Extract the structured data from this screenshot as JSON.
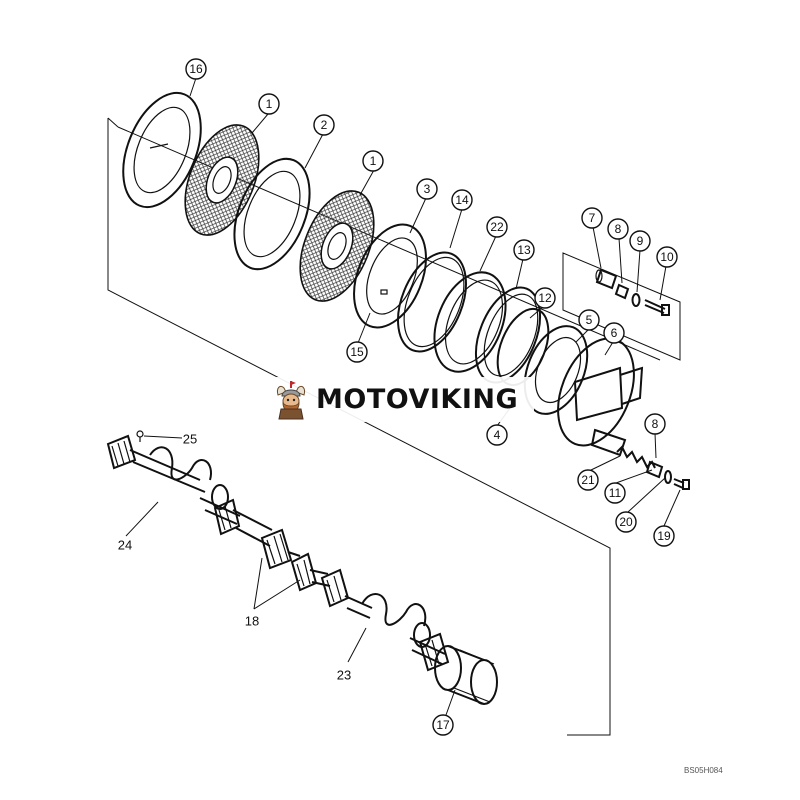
{
  "watermark": {
    "brand": "MOTOVIKING"
  },
  "callouts": {
    "c16": "16",
    "c1a": "1",
    "c2": "2",
    "c1b": "1",
    "c3": "3",
    "c14": "14",
    "c22": "22",
    "c13": "13",
    "c12": "12",
    "c15": "15",
    "c7": "7",
    "c8a": "8",
    "c9": "9",
    "c10": "10",
    "c5": "5",
    "c6": "6",
    "c4": "4",
    "c8b": "8",
    "c21": "21",
    "c11": "11",
    "c20": "20",
    "c19": "19",
    "c17": "17"
  },
  "labels": {
    "l25": "25",
    "l24": "24",
    "l18": "18",
    "l23": "23"
  },
  "document_code": "BS05H084"
}
